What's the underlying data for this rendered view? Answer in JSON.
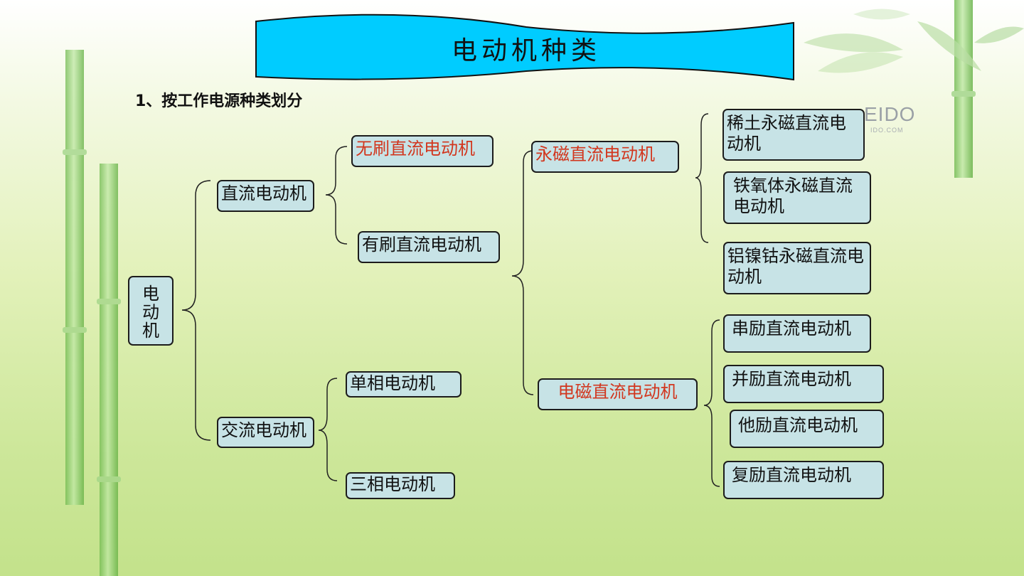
{
  "slide": {
    "title": "电动机种类",
    "subtitle": "1、按工作电源种类划分",
    "logo": "EIDO",
    "logo_sub": "IDO.COM"
  },
  "colors": {
    "banner": "#00ccff",
    "node_fill": "#c7e3e6",
    "node_border": "#1c1c1c",
    "highlight_text": "#d2361e",
    "bamboo": "#8fcd6a"
  },
  "tree": {
    "root": "电\n动\n机",
    "dc": "直流电动机",
    "ac": "交流电动机",
    "brushless_dc": "无刷直流电动机",
    "brushed_dc": "有刷直流电动机",
    "single_phase": "单相电动机",
    "three_phase": "三相电动机",
    "pm_dc": "永磁直流电动机",
    "em_dc": "电磁直流电动机",
    "rare_earth_pm": "稀土永磁直流电动机",
    "ferrite_pm": "铁氧体永磁直流电动机",
    "alnico_pm": "铝镍钴永磁直流电动机",
    "series_dc": "串励直流电动机",
    "shunt_dc": "并励直流电动机",
    "separately_dc": "他励直流电动机",
    "compound_dc": "复励直流电动机"
  }
}
